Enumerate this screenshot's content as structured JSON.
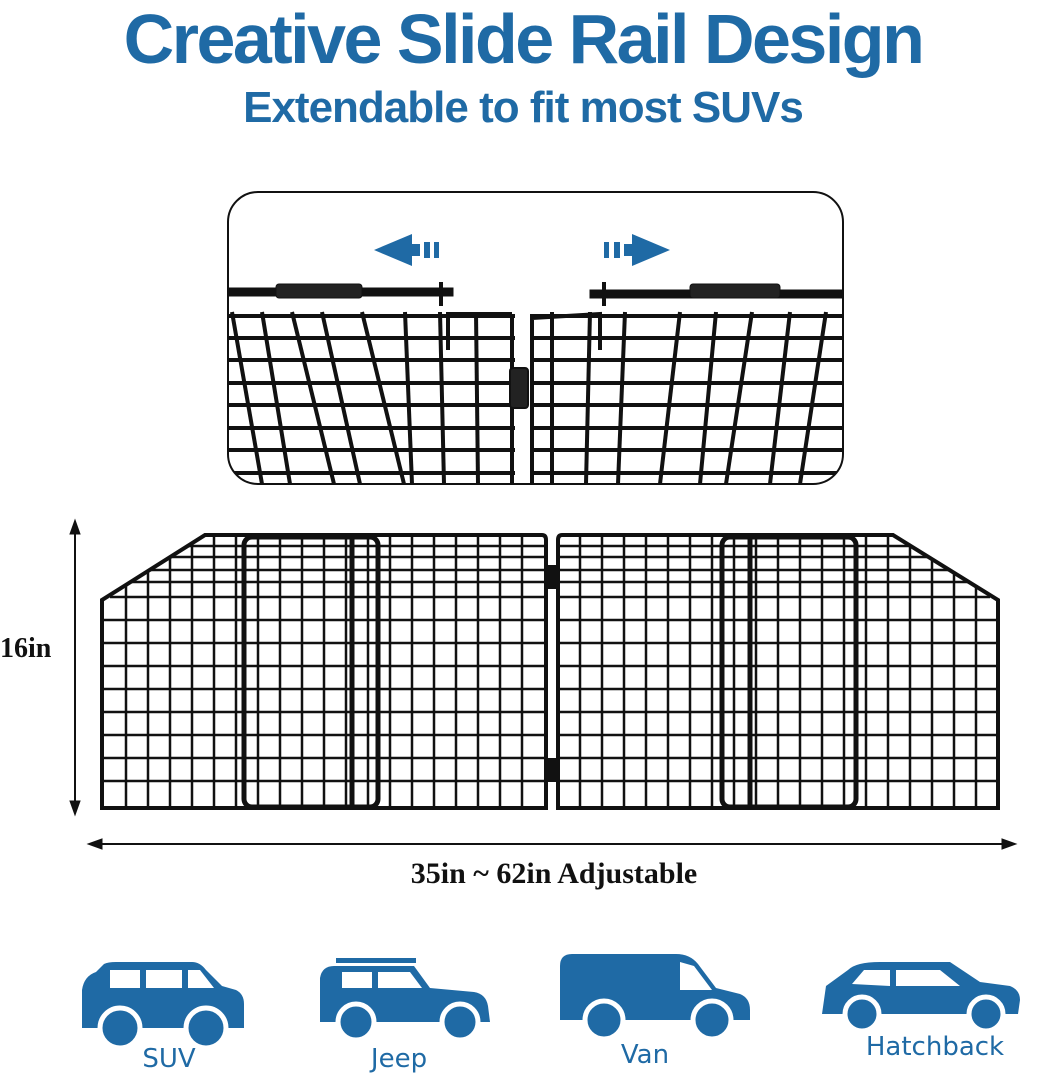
{
  "title": "Creative Slide Rail Design",
  "subtitle": "Extendable to fit most SUVs",
  "dimensions": {
    "height_label": "16in",
    "width_label": "35in ~ 62in Adjustable"
  },
  "vehicles": [
    {
      "label": "SUV",
      "icon": "suv-icon"
    },
    {
      "label": "Jeep",
      "icon": "jeep-icon"
    },
    {
      "label": "Van",
      "icon": "van-icon"
    },
    {
      "label": "Hatchback",
      "icon": "hatchback-icon"
    }
  ],
  "colors": {
    "brand_blue": "#1f6aa5",
    "wire_black": "#111111"
  },
  "icons": {
    "left_arrow": "arrow-left-icon",
    "right_arrow": "arrow-right-icon"
  }
}
